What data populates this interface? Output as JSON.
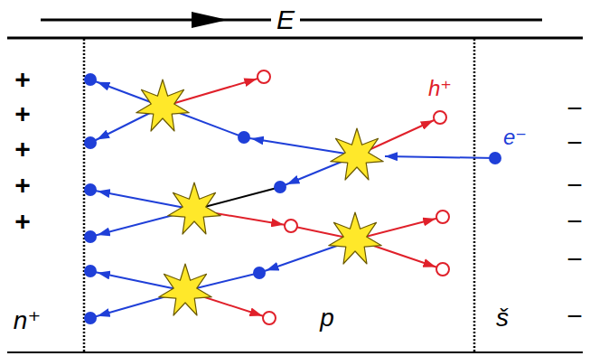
{
  "diagram": {
    "labels": [
      "E",
      "+",
      "+",
      "+",
      "+",
      "+",
      "h⁺",
      "e⁻",
      "−",
      "−",
      "−",
      "−",
      "−",
      "−",
      "n⁺",
      "p",
      "š"
    ]
  }
}
